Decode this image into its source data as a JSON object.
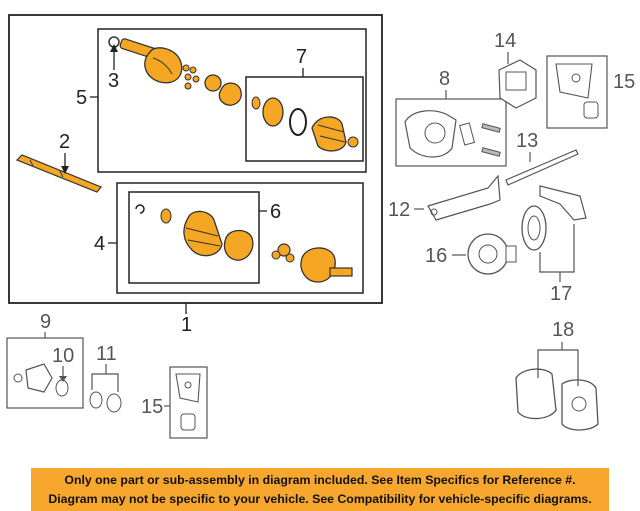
{
  "diagram": {
    "callouts": {
      "c1": "1",
      "c2": "2",
      "c3": "3",
      "c4": "4",
      "c5": "5",
      "c6": "6",
      "c7": "7",
      "c8": "8",
      "c9": "9",
      "c10": "10",
      "c11": "11",
      "c12": "12",
      "c13": "13",
      "c14": "14",
      "c15a": "15",
      "c15b": "15",
      "c16": "16",
      "c17": "17",
      "c18": "18"
    },
    "colors": {
      "highlight": "#f5a623",
      "line": "#333333",
      "part_gray": "#9a9a9a",
      "banner": "#f7a72e"
    }
  },
  "banner": {
    "line1": "Only one part or sub-assembly in diagram included. See Item Specifics for Reference #.",
    "line2": "Diagram may not be specific to your vehicle. See Compatibility for vehicle-specific diagrams."
  }
}
